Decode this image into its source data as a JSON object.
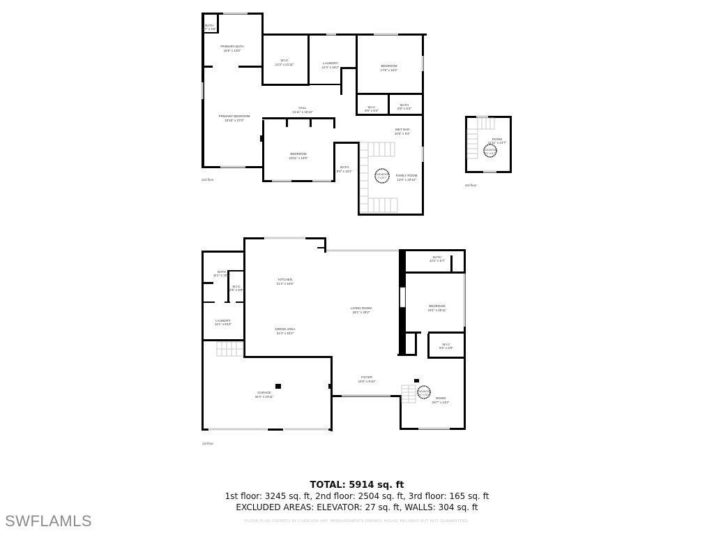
{
  "floor2": {
    "label": "2nd floor",
    "rooms": [
      {
        "name": "BATH",
        "dims": "5'7\" x 5'5\""
      },
      {
        "name": "PRIMARY BATH",
        "dims": "15'9\" x 13'8\""
      },
      {
        "name": "W.I.C",
        "dims": "12'4\" x 21'11\""
      },
      {
        "name": "LAUNDRY",
        "dims": "12'4\" x 16'2\""
      },
      {
        "name": "BEDROOM",
        "dims": "17'9\" x 16'2\""
      },
      {
        "name": "HALL",
        "dims": "21'11\" x 15'10\""
      },
      {
        "name": "W.I.C",
        "dims": "8'6\" x 5'4\""
      },
      {
        "name": "BATH",
        "dims": "8'8\" x 5'4\""
      },
      {
        "name": "PRIMARY BEDROOM",
        "dims": "18'10\" x 27'0\""
      },
      {
        "name": "WET BAR",
        "dims": "10'0\" x 8'4\""
      },
      {
        "name": "BEDROOM",
        "dims": "19'11\" x 14'8\""
      },
      {
        "name": "BATH",
        "dims": "8'6\" x 10'1\""
      },
      {
        "name": "ELEVATOR",
        "dims": "7' x 5'7\""
      },
      {
        "name": "FAMILY ROOM",
        "dims": "12'8\" x 19'10\""
      }
    ]
  },
  "floor3": {
    "label": "3rd floor",
    "rooms": [
      {
        "name": "ROOM",
        "dims": "11'11\" x 14'7\""
      },
      {
        "name": "ELEVATOR",
        "dims": "5'1\" x 5'7\""
      }
    ]
  },
  "floor1": {
    "label": "1st floor",
    "rooms": [
      {
        "name": "BATH",
        "dims": "11'1\" x 10'8\""
      },
      {
        "name": "W.I.C",
        "dims": "4'5\" x 8'8\""
      },
      {
        "name": "KITCHEN",
        "dims": "21'4\" x 16'5\""
      },
      {
        "name": "LAUNDRY",
        "dims": "11'1\" x 8'10\""
      },
      {
        "name": "DINING AREA",
        "dims": "21'4\" x 15'2\""
      },
      {
        "name": "LIVING ROOM",
        "dims": "28'1\" x 29'2\""
      },
      {
        "name": "BATH",
        "dims": "13'1\" x 5'7\""
      },
      {
        "name": "BEDROOM",
        "dims": "19'1\" x 15'11\""
      },
      {
        "name": "W.I.C",
        "dims": "9'2\" x 6'5\""
      },
      {
        "name": "GARAGE",
        "dims": "34'4\" x 23'11\""
      },
      {
        "name": "FOYER",
        "dims": "13'0\" x 9'10\""
      },
      {
        "name": "ELEVATOR",
        "dims": "5'1\" x 5'7\""
      },
      {
        "name": "ROOM",
        "dims": "16'7\" x 13'2\""
      }
    ]
  },
  "summary": {
    "total": "TOTAL: 5914 sq. ft",
    "floors": "1st floor: 3245 sq. ft, 2nd floor: 2504 sq. ft, 3rd floor: 165 sq. ft",
    "excluded": "EXCLUDED AREAS: ELEVATOR: 27 sq. ft, WALLS: 304 sq. ft",
    "disclaimer": "FLOOR PLAN CREATED BY CUBICASA APP. MEASUREMENTS DEEMED HIGHLY RELIABLE BUT NOT GUARANTEED."
  },
  "watermark": "SWFLAMLS"
}
